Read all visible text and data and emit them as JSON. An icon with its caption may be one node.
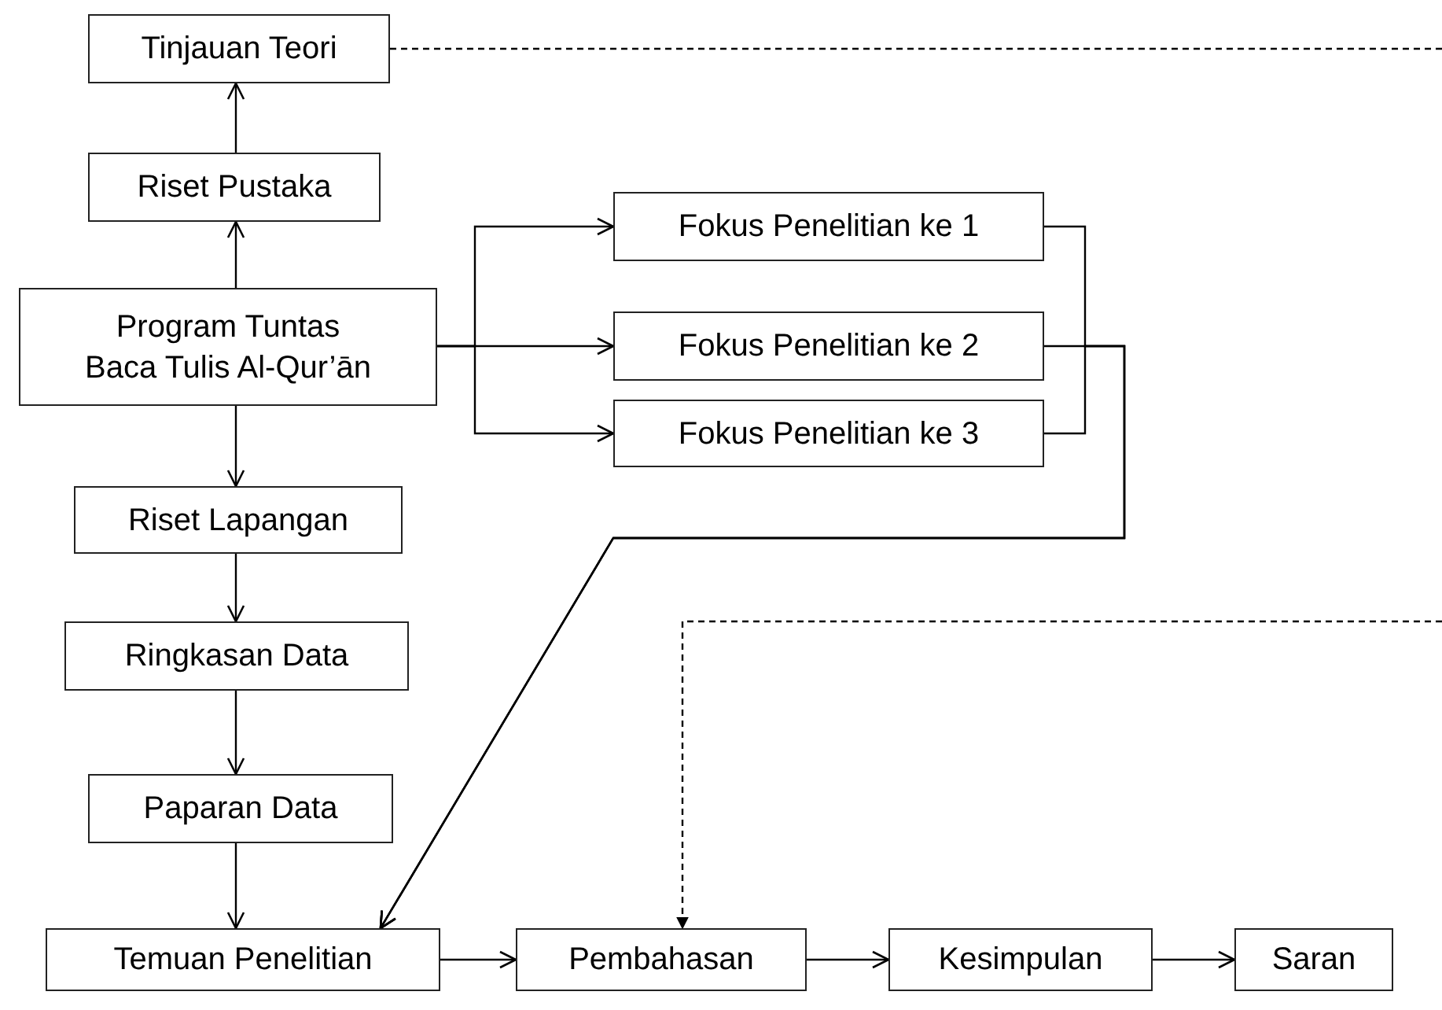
{
  "diagram": {
    "nodes": [
      {
        "text": [
          "Tinjauan Teori"
        ]
      },
      {
        "text": [
          "Riset Pustaka"
        ]
      },
      {
        "text": [
          "Program Tuntas Baca Tulis Al-Qur’ān"
        ]
      },
      {
        "text": [
          "Riset Lapangan"
        ]
      },
      {
        "text": [
          "Ringkasan Data"
        ]
      },
      {
        "text": [
          "Paparan Data"
        ]
      },
      {
        "text": [
          "Fokus Penelitian ke 1"
        ]
      },
      {
        "text": [
          "Fokus Penelitian ke 2"
        ]
      },
      {
        "text": [
          "Fokus Penelitian ke 3"
        ]
      },
      {
        "text": [
          "Temuan Penelitian"
        ]
      },
      {
        "text": [
          "Pembahasan"
        ]
      },
      {
        "text": [
          "Kesimpulan"
        ]
      },
      {
        "text": [
          "Saran"
        ]
      }
    ],
    "edges": [
      {
        "from": 1,
        "to": 0,
        "arrow": "to"
      },
      {
        "from": 2,
        "to": 1,
        "arrow": "to"
      },
      {
        "from": 2,
        "to": 3,
        "arrow": "to"
      },
      {
        "from": 3,
        "to": 4,
        "arrow": "to"
      },
      {
        "from": 4,
        "to": 5,
        "arrow": "to"
      },
      {
        "from": 5,
        "to": 9,
        "arrow": "to"
      },
      {
        "from": 2,
        "to": 6,
        "arrow": "to"
      },
      {
        "from": 2,
        "to": 7,
        "arrow": "to"
      },
      {
        "from": 2,
        "to": 8,
        "arrow": "to"
      },
      {
        "from": 6,
        "to": 9,
        "arrow": "to"
      },
      {
        "from": 7,
        "to": 9,
        "arrow": "to"
      },
      {
        "from": 8,
        "to": 9,
        "arrow": "to"
      },
      {
        "from": 9,
        "to": 10,
        "arrow": "to"
      },
      {
        "from": 10,
        "to": 11,
        "arrow": "to"
      },
      {
        "from": 11,
        "to": 12,
        "arrow": "to"
      },
      {
        "from": 0,
        "to": null,
        "arrow": "none",
        "style": "dashed"
      },
      {
        "from": null,
        "to": 10,
        "arrow": "to",
        "style": "dashed"
      }
    ]
  }
}
